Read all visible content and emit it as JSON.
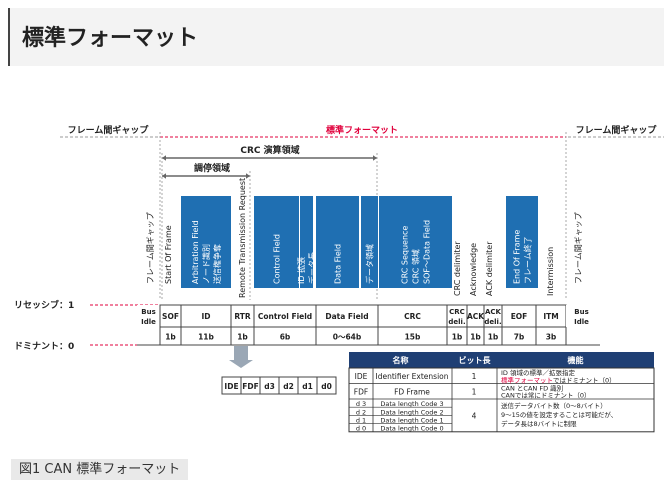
{
  "heading": "標準フォーマット",
  "caption": "図1 CAN 標準フォーマット",
  "colors": {
    "field_blue": "#1f6fb2",
    "accent_red": "#e0003c",
    "arrow_gray": "#666666",
    "table_header": "#1f3f74"
  },
  "frame": {
    "interframe_left": "フレーム間ギャップ",
    "standard_format": "標準フォーマット",
    "interframe_right": "フレーム間ギャップ",
    "crc_region": "CRC 演算領域",
    "arbitration_region": "調停領域",
    "recessive": "リセッシブ：1",
    "dominant": "ドミナント：0"
  },
  "vertical_labels": {
    "left_gap": "フレーム間ギャップ",
    "sof": "Start Of Frame",
    "arb": [
      "Arbitration Field",
      "ノード識別",
      "送信権争奪"
    ],
    "rtr": "Remote Transmission Request",
    "control": "Control Field",
    "id_ext": [
      "ID 拡張",
      "データ長"
    ],
    "data": "Data Field",
    "data_area": "データ領域",
    "crc_seq": [
      "CRC Sequence"
    ],
    "crc_area": [
      "CRC 領域",
      "SOF〜Data Field"
    ],
    "crc_delim": "CRC delimiter",
    "ack": "Acknowledge",
    "ack_delim": "ACK delimiter",
    "eof": [
      "End Of Frame",
      "フレーム終了"
    ],
    "itm": "Intermission",
    "right_gap": "フレーム間ギャップ"
  },
  "fields": [
    {
      "name": "Bus\nIdle",
      "bits": ""
    },
    {
      "name": "SOF",
      "bits": "1b"
    },
    {
      "name": "ID",
      "bits": "11b"
    },
    {
      "name": "RTR",
      "bits": "1b"
    },
    {
      "name": "Control Field",
      "bits": "6b"
    },
    {
      "name": "Data Field",
      "bits": "0〜64b"
    },
    {
      "name": "CRC",
      "bits": "15b"
    },
    {
      "name": "CRC\ndeli.",
      "bits": "1b"
    },
    {
      "name": "ACK",
      "bits": "1b"
    },
    {
      "name": "ACK\ndeli.",
      "bits": "1b"
    },
    {
      "name": "EOF",
      "bits": "7b"
    },
    {
      "name": "ITM",
      "bits": "3b"
    },
    {
      "name": "Bus\nIdle",
      "bits": ""
    }
  ],
  "control_bits": [
    "IDE",
    "FDF",
    "d3",
    "d2",
    "d1",
    "d0"
  ],
  "table": {
    "headers": [
      "名称",
      "ビット長",
      "機能"
    ],
    "rows": [
      {
        "abbr": "IDE",
        "name": "Identifier Extension",
        "bits": "1",
        "func": [
          "ID 領域の標準／拡張指定",
          "標準フォーマットではドミナント（0）"
        ],
        "red_prefix": "標準フォーマット"
      },
      {
        "abbr": "FDF",
        "name": "FD Frame",
        "bits": "1",
        "func": [
          "CAN とCAN FD 識別",
          "CANでは常にドミナント（0）"
        ]
      },
      {
        "abbr": "d 3",
        "name": "Data length Code 3",
        "bits": "",
        "func": []
      },
      {
        "abbr": "d 2",
        "name": "Data length Code 2",
        "bits": "4",
        "func": [
          "送信データバイト数（0〜8バイト）",
          "9〜15の値を設定することは可能だが、",
          "データ長は8バイトに制限"
        ]
      },
      {
        "abbr": "d 1",
        "name": "Data length Code 1",
        "bits": "",
        "func": []
      },
      {
        "abbr": "d 0",
        "name": "Data length Code 0",
        "bits": "",
        "func": []
      }
    ]
  }
}
